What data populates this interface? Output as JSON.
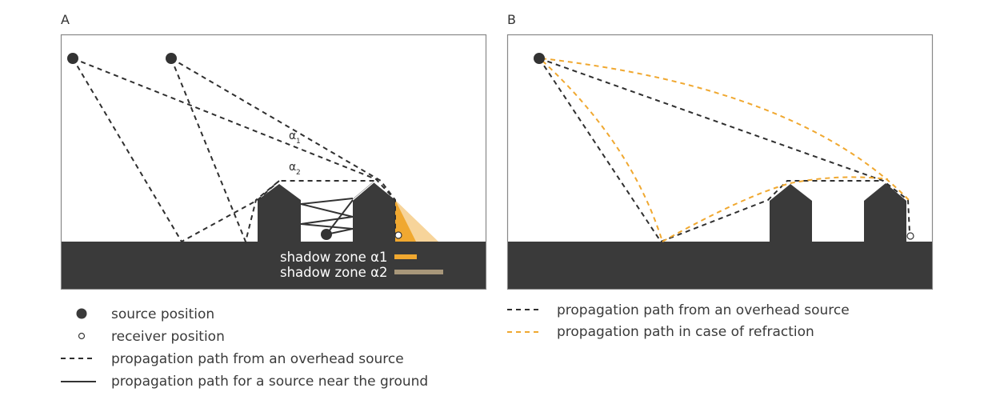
{
  "panels": [
    {
      "label": "A",
      "alpha1_label": "α",
      "alpha1_sub": "1",
      "alpha2_label": "α",
      "alpha2_sub": "2",
      "shadow_legend": [
        {
          "label": "shadow zone α1",
          "color": "#f0a830"
        },
        {
          "label": "shadow zone α2",
          "color": "#a8977a"
        }
      ],
      "legend": [
        {
          "marker": "source-dot",
          "label": "source position"
        },
        {
          "marker": "receiver-circle",
          "label": "receiver position"
        },
        {
          "marker": "dashed-line",
          "label": "propagation path from an overhead source"
        },
        {
          "marker": "solid-line",
          "label": "propagation path for a source near the ground"
        }
      ]
    },
    {
      "label": "B",
      "legend": [
        {
          "marker": "dashed-line",
          "label": "propagation path from an overhead source"
        },
        {
          "marker": "orange-dashed-line",
          "label": "propagation path in case of refraction"
        }
      ]
    }
  ],
  "colors": {
    "ground": "#3a3a3a",
    "refraction_path": "#f0a830",
    "shadow_zone_1": "#f0a830",
    "shadow_zone_2": "#f7d49a"
  }
}
